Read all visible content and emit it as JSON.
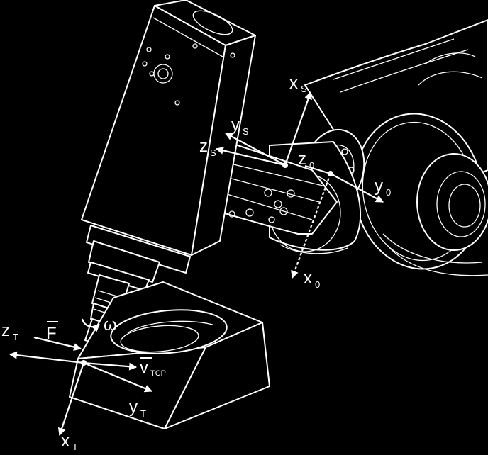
{
  "labels": {
    "xs": {
      "main": "x",
      "sub": "S"
    },
    "ys": {
      "main": "y",
      "sub": "S"
    },
    "zs": {
      "main": "z",
      "sub": "S"
    },
    "z0": {
      "main": "z",
      "sub": "0"
    },
    "y0": {
      "main": "y",
      "sub": "0"
    },
    "x0": {
      "main": "x",
      "sub": "0"
    },
    "zt": {
      "main": "z",
      "sub": "T"
    },
    "yt": {
      "main": "y",
      "sub": "T"
    },
    "xt": {
      "main": "x",
      "sub": "T"
    },
    "force": {
      "main": "F"
    },
    "velocity": {
      "main": "v",
      "sub": "TCP"
    },
    "omega": {
      "main": "ω"
    }
  },
  "colors": {
    "background": "#000000",
    "lines": "#ffffff"
  }
}
